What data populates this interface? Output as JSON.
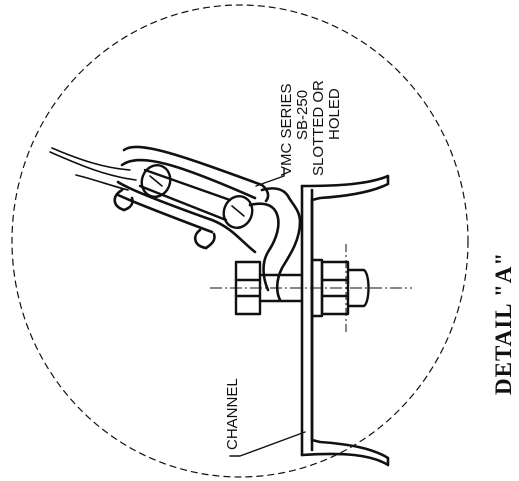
{
  "labels": {
    "part_line1": "VMC SERIES",
    "part_line2": "SB-250",
    "part_line3": "SLOTTED OR",
    "part_line4": "HOLED",
    "channel": "CHANNEL",
    "detail_title": "DETAIL \"A\""
  }
}
